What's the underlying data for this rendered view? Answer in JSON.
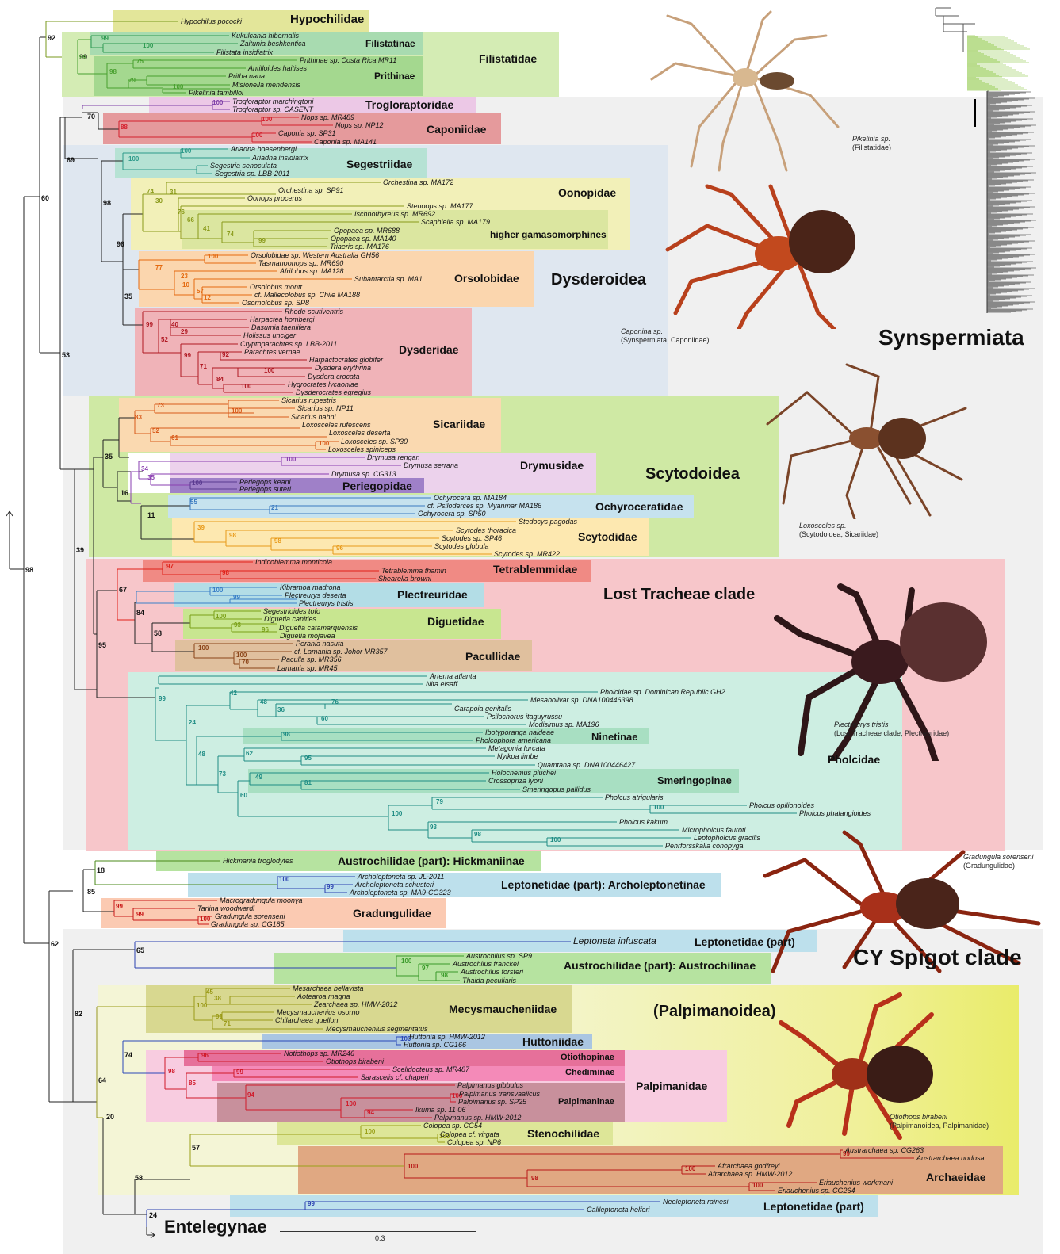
{
  "rootSupports": [
    {
      "id": "root",
      "value": "98"
    },
    {
      "id": "n60",
      "value": "60"
    },
    {
      "id": "n92",
      "value": "92"
    },
    {
      "id": "n99f",
      "value": "99"
    },
    {
      "id": "n53",
      "value": "53"
    },
    {
      "id": "n69",
      "value": "69"
    },
    {
      "id": "n70",
      "value": "70"
    },
    {
      "id": "n39",
      "value": "39"
    },
    {
      "id": "n62",
      "value": "62"
    },
    {
      "id": "n82",
      "value": "82"
    },
    {
      "id": "n65",
      "value": "65"
    },
    {
      "id": "n64",
      "value": "64"
    },
    {
      "id": "n20",
      "value": "20"
    },
    {
      "id": "n58",
      "value": "58"
    },
    {
      "id": "n24",
      "value": "24"
    },
    {
      "id": "n85g",
      "value": "85"
    },
    {
      "id": "n18",
      "value": "18"
    },
    {
      "id": "n57",
      "value": "57"
    },
    {
      "id": "n74",
      "value": "74"
    },
    {
      "id": "n98d",
      "value": "98"
    },
    {
      "id": "n96",
      "value": "96"
    },
    {
      "id": "n35d",
      "value": "35"
    },
    {
      "id": "n35s",
      "value": "35"
    },
    {
      "id": "n16",
      "value": "16"
    },
    {
      "id": "n11",
      "value": "11"
    },
    {
      "id": "n95",
      "value": "95"
    },
    {
      "id": "n67",
      "value": "67"
    },
    {
      "id": "n84",
      "value": "84"
    },
    {
      "id": "n58b",
      "value": "58"
    }
  ],
  "families": [
    {
      "name": "Hypochilidae",
      "color": "#e3e69a"
    },
    {
      "name": "Filistatidae",
      "color": "#d4ecb4"
    },
    {
      "name": "Filistatinae",
      "color": "#a8dbb0"
    },
    {
      "name": "Prithinae",
      "color": "#a4d88f"
    },
    {
      "name": "Trogloraptoridae",
      "color": "#ecc8e6"
    },
    {
      "name": "Caponiidae",
      "color": "#e59a9c"
    },
    {
      "name": "Segestriidae",
      "color": "#b6e2d4"
    },
    {
      "name": "Oonopidae",
      "color": "#f2f0b8"
    },
    {
      "name": "higher gamasomorphines",
      "color": "#dbe6a0"
    },
    {
      "name": "Orsolobidae",
      "color": "#fbd6ae"
    },
    {
      "name": "Dysderidae",
      "color": "#f0b3b8"
    },
    {
      "name": "Sicariidae",
      "color": "#fad9b0"
    },
    {
      "name": "Drymusidae",
      "color": "#ecd2ec"
    },
    {
      "name": "Periegopidae",
      "color": "#9f80c8"
    },
    {
      "name": "Ochyroceratidae",
      "color": "#c6e2ee"
    },
    {
      "name": "Scytodidae",
      "color": "#fde8b0"
    },
    {
      "name": "Tetrablemmidae",
      "color": "#f08a84"
    },
    {
      "name": "Plectreuridae",
      "color": "#b3dde6"
    },
    {
      "name": "Diguetidae",
      "color": "#c8e690"
    },
    {
      "name": "Pacullidae",
      "color": "#e0c09e"
    },
    {
      "name": "Ninetinae",
      "color": "#a8dfc2"
    },
    {
      "name": "Smeringopinae",
      "color": "#a8dfc2"
    },
    {
      "name": "Pholcidae",
      "color": "#cdeee2"
    },
    {
      "name": "Austrochilidae (part): Hickmaniinae",
      "color": "#b6e3a0"
    },
    {
      "name": "Leptonetidae (part): Archoleptonetinae",
      "color": "#bde0ec"
    },
    {
      "name": "Gradungulidae",
      "color": "#fbcab2"
    },
    {
      "name": "Leptonetidae (part)",
      "color": "#bde0ec"
    },
    {
      "name": "Austrochilidae (part): Austrochilinae",
      "color": "#b6e3a0"
    },
    {
      "name": "Mecysmaucheniidae",
      "color": "#d8d890"
    },
    {
      "name": "Huttoniidae",
      "color": "#aac6e2"
    },
    {
      "name": "Otiothopinae",
      "color": "#e6709a"
    },
    {
      "name": "Chediminae",
      "color": "#f48ab8"
    },
    {
      "name": "Palpimaninae",
      "color": "#c8909c"
    },
    {
      "name": "Palpimanidae",
      "color": "#f8cce0"
    },
    {
      "name": "Stenochilidae",
      "color": "#dde698"
    },
    {
      "name": "Archaeidae",
      "color": "#e0a882"
    },
    {
      "name": "Leptonetidae (part)",
      "color": "#bde0ec"
    }
  ],
  "groups": {
    "dysderoidea": "Dysderoidea",
    "scytodoidea": "Scytodoidea",
    "lostTracheae": "Lost Tracheae clade",
    "palpimanoidea": "(Palpimanoidea)",
    "synspermiata": "Synspermiata",
    "cySpigot": "CY Spigot clade",
    "entelegynae": "Entelegynae"
  },
  "captions": {
    "pikelinia": [
      "Pikelinia sp.",
      "(Filistatidae)"
    ],
    "caponina": [
      "Caponina sp.",
      "(Synspermiata, Caponiidae)"
    ],
    "loxosceles": [
      "Loxosceles sp.",
      "(Scytodoidea, Sicariidae)"
    ],
    "plectreurys": [
      "Plectreurys tristis",
      "(Lost Tracheae clade, Plectreuridae)"
    ],
    "gradungula": [
      "Gradungula sorenseni",
      "(Gradungulidae)"
    ],
    "otiothops": [
      "Otiothops birabeni",
      "(Palpimanoidea, Palpimanidae)"
    ]
  },
  "scaleBar": {
    "label": "0.3",
    "value": 0.3
  },
  "taxa": [
    {
      "name": "Hypochilus pococki",
      "color": "#7a9a1c"
    },
    {
      "name": "Kukulcania hibernalis",
      "color": "#2e9a52"
    },
    {
      "name": "Zaitunia beshkentica",
      "color": "#2e9a52"
    },
    {
      "name": "Filistata insidiatrix",
      "color": "#2e9a52"
    },
    {
      "name": "Prithinae sp. Costa Rica MR11",
      "color": "#49a02f"
    },
    {
      "name": "Antilloides haitises",
      "color": "#49a02f"
    },
    {
      "name": "Pritha nana",
      "color": "#49a02f"
    },
    {
      "name": "Misionella mendensis",
      "color": "#49a02f"
    },
    {
      "name": "Pikelinia tambilloi",
      "color": "#49a02f"
    },
    {
      "name": "Trogloraptor marchingtoni",
      "color": "#7e3fa8"
    },
    {
      "name": "Trogloraptor sp. CASENT",
      "color": "#7e3fa8"
    },
    {
      "name": "Nops sp. MR489",
      "color": "#d4202c"
    },
    {
      "name": "Nops sp. NP12",
      "color": "#d4202c"
    },
    {
      "name": "Caponia sp. SP31",
      "color": "#d4202c"
    },
    {
      "name": "Caponia sp. MA141",
      "color": "#d4202c"
    },
    {
      "name": "Ariadna boesenbergi",
      "color": "#2c9a8a"
    },
    {
      "name": "Ariadna insidiatrix",
      "color": "#2c9a8a"
    },
    {
      "name": "Segestria senoculata",
      "color": "#2c9a8a"
    },
    {
      "name": "Segestria sp. LBB-2011",
      "color": "#2c9a8a"
    },
    {
      "name": "Orchestina sp. MA172",
      "color": "#8a9a1a"
    },
    {
      "name": "Orchestina sp. SP91",
      "color": "#8a9a1a"
    },
    {
      "name": "Oonops procerus",
      "color": "#8a9a1a"
    },
    {
      "name": "Stenoops sp. MA177",
      "color": "#8a9a1a"
    },
    {
      "name": "Ischnothyreus sp. MR692",
      "color": "#8a9a1a"
    },
    {
      "name": "Scaphiella sp. MA179",
      "color": "#8a9a1a"
    },
    {
      "name": "Opopaea sp. MR688",
      "color": "#8a9a1a"
    },
    {
      "name": "Opopaea sp. MA140",
      "color": "#8a9a1a"
    },
    {
      "name": "Triaeris sp. MA176",
      "color": "#8a9a1a"
    },
    {
      "name": "Orsolobidae sp. Western Australia GH56",
      "color": "#e46a10"
    },
    {
      "name": "Tasmanoonops sp. MR690",
      "color": "#e46a10"
    },
    {
      "name": "Afrilobus sp. MA128",
      "color": "#e46a10"
    },
    {
      "name": "Subantarctia sp. MA1",
      "color": "#e46a10"
    },
    {
      "name": "Orsolobus montt",
      "color": "#e46a10"
    },
    {
      "name": "cf. Mallecolobus sp. Chile MA188",
      "color": "#e46a10"
    },
    {
      "name": "Osornolobus sp. SP8",
      "color": "#e46a10"
    },
    {
      "name": "Rhode scutiventris",
      "color": "#b01822"
    },
    {
      "name": "Harpactea hombergi",
      "color": "#b01822"
    },
    {
      "name": "Dasumia taeniifera",
      "color": "#b01822"
    },
    {
      "name": "Holissus unciger",
      "color": "#b01822"
    },
    {
      "name": "Cryptoparachtes sp. LBB-2011",
      "color": "#b01822"
    },
    {
      "name": "Parachtes vernae",
      "color": "#b01822"
    },
    {
      "name": "Harpactocrates globifer",
      "color": "#b01822"
    },
    {
      "name": "Dysdera erythrina",
      "color": "#b01822"
    },
    {
      "name": "Dysdera crocata",
      "color": "#b01822"
    },
    {
      "name": "Hygrocrates lycaoniae",
      "color": "#b01822"
    },
    {
      "name": "Dysderocrates egregius",
      "color": "#b01822"
    },
    {
      "name": "Sicarius rupestris",
      "color": "#d85a1a"
    },
    {
      "name": "Sicarius sp. NP11",
      "color": "#d85a1a"
    },
    {
      "name": "Sicarius hahni",
      "color": "#d85a1a"
    },
    {
      "name": "Loxosceles rufescens",
      "color": "#d85a1a"
    },
    {
      "name": "Loxosceles deserta",
      "color": "#d85a1a"
    },
    {
      "name": "Loxosceles sp. SP30",
      "color": "#d85a1a"
    },
    {
      "name": "Loxosceles spiniceps",
      "color": "#d85a1a"
    },
    {
      "name": "Drymusa rengan",
      "color": "#8a3fb0"
    },
    {
      "name": "Drymusa serrana",
      "color": "#8a3fb0"
    },
    {
      "name": "Drymusa sp. CG313",
      "color": "#8a3fb0"
    },
    {
      "name": "Periegops keani",
      "color": "#5a3a90"
    },
    {
      "name": "Periegops suteri",
      "color": "#5a3a90"
    },
    {
      "name": "Ochyrocera sp. MA184",
      "color": "#3a7ac0"
    },
    {
      "name": "cf. Psiloderces sp. Myanmar MA186",
      "color": "#3a7ac0"
    },
    {
      "name": "Ochyrocera sp. SP50",
      "color": "#3a7ac0"
    },
    {
      "name": "Stedocys pagodas",
      "color": "#e89a1a"
    },
    {
      "name": "Scytodes thoracica",
      "color": "#e89a1a"
    },
    {
      "name": "Scytodes sp. SP46",
      "color": "#e89a1a"
    },
    {
      "name": "Scytodes globula",
      "color": "#e89a1a"
    },
    {
      "name": "Scytodes sp. MR422",
      "color": "#e89a1a"
    },
    {
      "name": "Indicoblemma monticola",
      "color": "#e02018"
    },
    {
      "name": "Tetrablemma thamin",
      "color": "#e02018"
    },
    {
      "name": "Shearella browni",
      "color": "#e02018"
    },
    {
      "name": "Kibramoa madrona",
      "color": "#3a80c8"
    },
    {
      "name": "Plectreurys deserta",
      "color": "#3a80c8"
    },
    {
      "name": "Plectreurys tristis",
      "color": "#3a80c8"
    },
    {
      "name": "Segestrioides tofo",
      "color": "#7aa018"
    },
    {
      "name": "Diguetia canities",
      "color": "#7aa018"
    },
    {
      "name": "Diguetia catamarquensis",
      "color": "#7aa018"
    },
    {
      "name": "Diguetia mojavea",
      "color": "#7aa018"
    },
    {
      "name": "Perania nasuta",
      "color": "#8a4418"
    },
    {
      "name": "cf. Lamania sp. Johor MR357",
      "color": "#8a4418"
    },
    {
      "name": "Paculla sp. MR356",
      "color": "#8a4418"
    },
    {
      "name": "Lamania sp. MR45",
      "color": "#8a4418"
    },
    {
      "name": "Artema atlanta",
      "color": "#1e8c84"
    },
    {
      "name": "Nita elsaff",
      "color": "#1e8c84"
    },
    {
      "name": "Pholcidae sp. Dominican Republic GH2",
      "color": "#1e8c84"
    },
    {
      "name": "Mesabolivar sp. DNA100446398",
      "color": "#1e8c84"
    },
    {
      "name": "Carapoia genitalis",
      "color": "#1e8c84"
    },
    {
      "name": "Psilochorus itaguyrussu",
      "color": "#1e8c84"
    },
    {
      "name": "Modisimus sp. MA196",
      "color": "#1e8c84"
    },
    {
      "name": "Ibotyporanga naideae",
      "color": "#1e8c84"
    },
    {
      "name": "Pholcophora americana",
      "color": "#1e8c84"
    },
    {
      "name": "Metagonia furcata",
      "color": "#1e8c84"
    },
    {
      "name": "Nyikoa limbe",
      "color": "#1e8c84"
    },
    {
      "name": "Quamtana sp. DNA100446427",
      "color": "#1e8c84"
    },
    {
      "name": "Holocnemus pluchei",
      "color": "#1e8c84"
    },
    {
      "name": "Crossopriza lyoni",
      "color": "#1e8c84"
    },
    {
      "name": "Smeringopus pallidus",
      "color": "#1e8c84"
    },
    {
      "name": "Pholcus atrigularis",
      "color": "#1e8c84"
    },
    {
      "name": "Pholcus opilionoides",
      "color": "#1e8c84"
    },
    {
      "name": "Pholcus phalangioides",
      "color": "#1e8c84"
    },
    {
      "name": "Pholcus kakum",
      "color": "#1e8c84"
    },
    {
      "name": "Micropholcus fauroti",
      "color": "#1e8c84"
    },
    {
      "name": "Leptopholcus gracilis",
      "color": "#1e8c84"
    },
    {
      "name": "Pehrforsskalia conopyga",
      "color": "#1e8c84"
    },
    {
      "name": "Hickmania troglodytes",
      "color": "#4a8a1a"
    },
    {
      "name": "Archoleptoneta sp. JL-2011",
      "color": "#2a40b0"
    },
    {
      "name": "Archoleptoneta schusteri",
      "color": "#2a40b0"
    },
    {
      "name": "Archoleptoneta sp. MA9-CG323",
      "color": "#2a40b0"
    },
    {
      "name": "Macrogradungula moonya",
      "color": "#c81818"
    },
    {
      "name": "Tarlina woodwardi",
      "color": "#c81818"
    },
    {
      "name": "Gradungula sorenseni",
      "color": "#c81818"
    },
    {
      "name": "Gradungula sp. CG185",
      "color": "#c81818"
    },
    {
      "name": "Leptoneta infuscata",
      "color": "#2a40b0"
    },
    {
      "name": "Austrochilus sp. SP9",
      "color": "#3a9a2a"
    },
    {
      "name": "Austrochilus franckei",
      "color": "#3a9a2a"
    },
    {
      "name": "Austrochilus forsteri",
      "color": "#3a9a2a"
    },
    {
      "name": "Thaida peculiaris",
      "color": "#3a9a2a"
    },
    {
      "name": "Mesarchaea bellavista",
      "color": "#9a9a18"
    },
    {
      "name": "Aotearoa magna",
      "color": "#9a9a18"
    },
    {
      "name": "Zearchaea sp. HMW-2012",
      "color": "#9a9a18"
    },
    {
      "name": "Mecysmauchenius osorno",
      "color": "#9a9a18"
    },
    {
      "name": "Chilarchaea quellon",
      "color": "#9a9a18"
    },
    {
      "name": "Mecysmauchenius segmentatus",
      "color": "#9a9a18"
    },
    {
      "name": "Huttonia sp. HMW-2012",
      "color": "#2a48b8"
    },
    {
      "name": "Huttonia sp. CG166",
      "color": "#2a48b8"
    },
    {
      "name": "Notiothops sp. MR246",
      "color": "#d01a2a"
    },
    {
      "name": "Otiothops birabeni",
      "color": "#d01a2a"
    },
    {
      "name": "Scelidocteus sp. MR487",
      "color": "#d01a2a"
    },
    {
      "name": "Sarascelis cf. chaperi",
      "color": "#d01a2a"
    },
    {
      "name": "Palpimanus gibbulus",
      "color": "#d01a2a"
    },
    {
      "name": "Palpimanus transvaalicus",
      "color": "#d01a2a"
    },
    {
      "name": "Palpimanus sp. SP25",
      "color": "#d01a2a"
    },
    {
      "name": "Ikuma sp. 11 06",
      "color": "#d01a2a"
    },
    {
      "name": "Palpimanus sp. HMW-2012",
      "color": "#d01a2a"
    },
    {
      "name": "Colopea sp. CG54",
      "color": "#9aa018"
    },
    {
      "name": "Colopea cf. virgata",
      "color": "#9aa018"
    },
    {
      "name": "Colopea sp. NP6",
      "color": "#9aa018"
    },
    {
      "name": "Austrarchaea sp. CG263",
      "color": "#b81818"
    },
    {
      "name": "Austrarchaea nodosa",
      "color": "#b81818"
    },
    {
      "name": "Afrarchaea godfreyi",
      "color": "#b81818"
    },
    {
      "name": "Afrarchaea sp. HMW-2012",
      "color": "#b81818"
    },
    {
      "name": "Eriauchenius workmani",
      "color": "#b81818"
    },
    {
      "name": "Eriauchenius sp. CG264",
      "color": "#b81818"
    },
    {
      "name": "Neoleptoneta rainesi",
      "color": "#2a40b0"
    },
    {
      "name": "Calileptoneta helferi",
      "color": "#2a40b0"
    }
  ],
  "supports": [
    "99",
    "100",
    "99",
    "75",
    "98",
    "79",
    "100",
    "100",
    "88",
    "100",
    "100",
    "100",
    "100",
    "74",
    "31",
    "30",
    "76",
    "66",
    "41",
    "74",
    "99",
    "100",
    "77",
    "23",
    "10",
    "57",
    "12",
    "99",
    "40",
    "29",
    "52",
    "99",
    "92",
    "71",
    "100",
    "84",
    "100",
    "73",
    "100",
    "83",
    "52",
    "61",
    "100",
    "100",
    "34",
    "35",
    "100",
    "55",
    "21",
    "39",
    "98",
    "98",
    "96",
    "97",
    "98",
    "100",
    "99",
    "100",
    "93",
    "96",
    "100",
    "100",
    "70",
    "99",
    "42",
    "48",
    "76",
    "36",
    "60",
    "24",
    "98",
    "48",
    "62",
    "95",
    "73",
    "49",
    "81",
    "60",
    "79",
    "100",
    "100",
    "93",
    "98",
    "100",
    "100",
    "99",
    "99",
    "99",
    "100",
    "100",
    "97",
    "98",
    "45",
    "38",
    "100",
    "91",
    "71",
    "100",
    "96",
    "98",
    "99",
    "85",
    "94",
    "100",
    "100",
    "94",
    "100",
    "100",
    "99",
    "100",
    "100",
    "98",
    "100",
    "99"
  ]
}
